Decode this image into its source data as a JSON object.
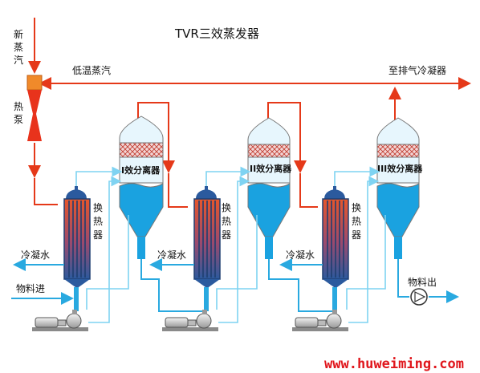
{
  "title": "TVR三效蒸发器",
  "labels": {
    "fresh_steam": [
      "新",
      "蒸",
      "汽"
    ],
    "heat_pump": [
      "热",
      "泵"
    ],
    "low_temp_steam": "低温蒸汽",
    "to_condenser": "至排气冷凝器",
    "exchanger": [
      "换",
      "热",
      "器"
    ],
    "condensate": "冷凝水",
    "feed_in": "物料进",
    "product_out": "物料出",
    "separators": [
      "I效分离器",
      "II效分离器",
      "III效分离器"
    ],
    "website": "www.huweiming.com"
  },
  "colors": {
    "steam": "#e53919",
    "liquid": "#29a9e0",
    "liquid_light": "#7fd3f2",
    "separator_body": "#e7f6fd",
    "separator_fill": "#1aa2e0",
    "exchanger_tube": "#e8562b",
    "exchanger_shell": "#2b5a9e"
  }
}
